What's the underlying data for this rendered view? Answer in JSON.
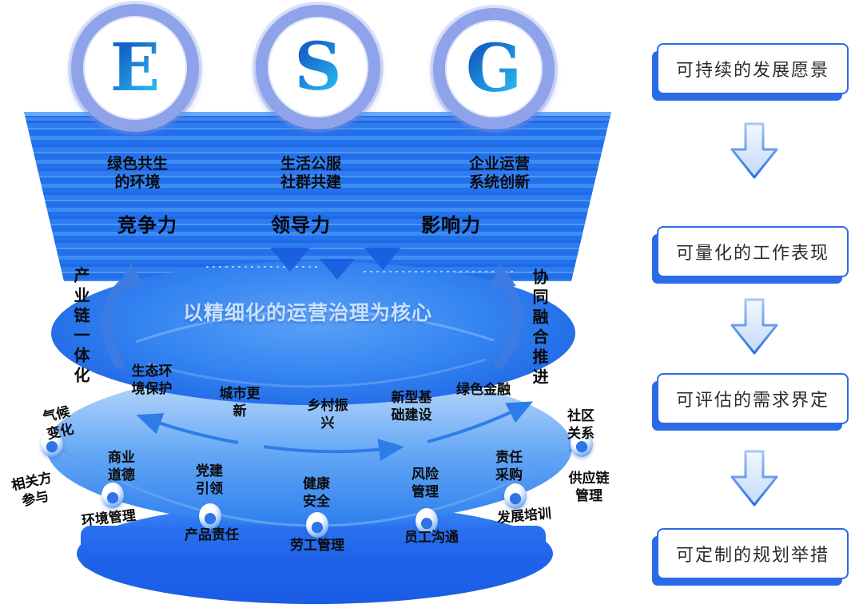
{
  "colors": {
    "accent_blue": "#2B6BE8",
    "funnel_blue": "#2573EC",
    "band_blue": "#3585F2",
    "light_ring_blue": "#93C2F8",
    "bottom_disc_blue": "#1E5FE8",
    "letter_gradient_start": "#1565C8",
    "letter_gradient_end": "#29B6EE",
    "core_text_blue": "#C9E0FC"
  },
  "circles": [
    {
      "letter": "E",
      "focus": "绿色共生\n的环境",
      "capability": "竞争力"
    },
    {
      "letter": "S",
      "focus": "生活公服\n社群共建",
      "capability": "领导力"
    },
    {
      "letter": "G",
      "focus": "企业运营\n系统创新",
      "capability": "影响力"
    }
  ],
  "banner": {
    "core": "以精细化的运营治理为核心",
    "left_axis": "产业链一体化",
    "right_axis": "协同融合推进"
  },
  "middle_ring": {
    "eco_protection": "生态环\n境保护",
    "urban_renewal": "城市更\n新",
    "rural_revitalization": "乡村振\n兴",
    "new_infrastructure": "新型基\n础建设",
    "green_finance": "绿色金融",
    "climate_change": "气候\n变化",
    "community_relations": "社区\n关系"
  },
  "outer_ring": {
    "stakeholder_engagement": "相关方\n参与",
    "business_ethics": "商业\n道德",
    "party_building": "党建\n引领",
    "health_safety": "健康\n安全",
    "risk_management": "风险\n管理",
    "responsible_procurement": "责任\n采购",
    "supply_chain": "供应链\n管理",
    "environmental_management": "环境管理",
    "product_responsibility": "产品责任",
    "labor_management": "劳工管理",
    "employee_communication": "员工沟通",
    "development_training": "发展培训"
  },
  "steps": [
    {
      "label": "可持续的发展愿景"
    },
    {
      "label": "可量化的工作表现"
    },
    {
      "label": "可评估的需求界定"
    },
    {
      "label": "可定制的规划举措"
    }
  ]
}
